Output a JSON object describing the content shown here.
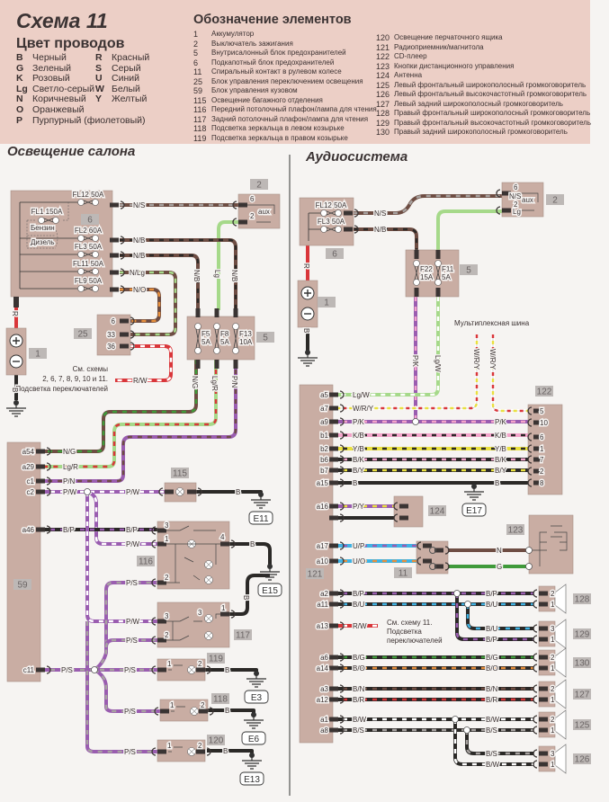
{
  "header": {
    "title": "Схема 11",
    "wire_colors_title": "Цвет проводов",
    "wire_colors_col1": [
      {
        "code": "B",
        "name": "Черный"
      },
      {
        "code": "G",
        "name": "Зеленый"
      },
      {
        "code": "K",
        "name": "Розовый"
      },
      {
        "code": "Lg",
        "name": "Светло-серый"
      },
      {
        "code": "N",
        "name": "Коричневый"
      },
      {
        "code": "O",
        "name": "Оранжевый"
      },
      {
        "code": "P",
        "name": "Пурпурный (фиолетовый)"
      }
    ],
    "wire_colors_col2": [
      {
        "code": "R",
        "name": "Красный"
      },
      {
        "code": "S",
        "name": "Серый"
      },
      {
        "code": "U",
        "name": "Синий"
      },
      {
        "code": "W",
        "name": "Белый"
      },
      {
        "code": "Y",
        "name": "Желтый"
      }
    ],
    "elements_title": "Обозначение элементов",
    "elements_col1": [
      {
        "num": "1",
        "name": "Аккумулятор"
      },
      {
        "num": "2",
        "name": "Выключатель зажигания"
      },
      {
        "num": "5",
        "name": "Внутрисалонный блок предохранителей"
      },
      {
        "num": "6",
        "name": "Подкапотный блок предохранителей"
      },
      {
        "num": "11",
        "name": "Спиральный контакт в рулевом колесе"
      },
      {
        "num": "25",
        "name": "Блок управления переключением освещения"
      },
      {
        "num": "59",
        "name": "Блок управления кузовом"
      },
      {
        "num": "115",
        "name": "Освещение багажного отделения"
      },
      {
        "num": "116",
        "name": "Передний потолочный плафон/лампа для чтения"
      },
      {
        "num": "117",
        "name": "Задний потолочный плафон/лампа для чтения"
      },
      {
        "num": "118",
        "name": "Подсветка зеркальца в левом козырьке"
      },
      {
        "num": "119",
        "name": "Подсветка зеркальца в правом козырьке"
      }
    ],
    "elements_col2": [
      {
        "num": "120",
        "name": "Освещение перчаточного ящика"
      },
      {
        "num": "121",
        "name": "Радиоприемник/магнитола"
      },
      {
        "num": "122",
        "name": "CD-плеер"
      },
      {
        "num": "123",
        "name": "Кнопки дистанционного управления"
      },
      {
        "num": "124",
        "name": "Антенна"
      },
      {
        "num": "125",
        "name": "Левый фронтальный широкополосный громкоговоритель"
      },
      {
        "num": "126",
        "name": "Левый фронтальный высокочастотный громкоговоритель"
      },
      {
        "num": "127",
        "name": "Левый задний широкополосный громкоговоритель"
      },
      {
        "num": "128",
        "name": "Правый фронтальный широкополосный громкоговоритель"
      },
      {
        "num": "129",
        "name": "Правый фронтальный высокочастотный громкоговоритель"
      },
      {
        "num": "130",
        "name": "Правый задний широкополосный громкоговоритель"
      }
    ]
  },
  "sections": {
    "left_title": "Освещение салона",
    "right_title": "Аудиосистема"
  },
  "wire_color_hex": {
    "B": "#2b2927",
    "G": "#3f9a3a",
    "K": "#f2a3c9",
    "Lg": "#a6d98a",
    "N": "#6e4d43",
    "O": "#e8903c",
    "P": "#9a5db0",
    "R": "#d9363a",
    "S": "#a7a2a0",
    "U": "#3fb2e3",
    "W": "#ffffff",
    "Y": "#e9e03f"
  },
  "component_fill": "#c9ada3",
  "left": {
    "ids": [
      "2",
      "6",
      "25",
      "5",
      "1",
      "59",
      "115",
      "116",
      "117",
      "119",
      "118",
      "120"
    ],
    "fuses6": [
      "FL12 50A",
      "FL1 150A",
      "FL2 60A",
      "FL3 50A",
      "FL11 50A",
      "FL9 50A"
    ],
    "fuel": [
      "Бензин",
      "Дизель"
    ],
    "ign_pins": [
      "6",
      "2",
      "aux"
    ],
    "pins25": [
      "6",
      "33",
      "36"
    ],
    "fuses5": [
      [
        "F5",
        "5A"
      ],
      [
        "F8",
        "5A"
      ],
      [
        "F13",
        "10A"
      ]
    ],
    "pins59": [
      "a54",
      "a29",
      "c1",
      "c2",
      "a46",
      "c11"
    ],
    "pins116": [
      "3",
      "1",
      "4",
      "2"
    ],
    "pins117": [
      "3",
      "3",
      "1",
      "2"
    ],
    "pins_mirror": [
      "1",
      "2"
    ],
    "grounds": [
      "E11",
      "E15",
      "E3",
      "E6",
      "E13"
    ],
    "note": [
      "См. схемы",
      "2, 6, 7, 8, 9, 10 и 11.",
      "Подсветка переключателей"
    ],
    "wires": [
      "N/S",
      "N/B",
      "N/B",
      "N/Lg",
      "N/O",
      "Lg",
      "N/B",
      "N/B",
      "R",
      "B",
      "R/W",
      "N/G",
      "Lg/R",
      "P/N",
      "N/G",
      "Lg/R",
      "P/N",
      "P/W",
      "P/W",
      "B",
      "B/P",
      "B/P",
      "P/W",
      "B",
      "P/S",
      "B",
      "P/W",
      "P/S",
      "P/S",
      "P/S",
      "B",
      "P/S",
      "B",
      "P/S",
      "B"
    ]
  },
  "right": {
    "ids": [
      "6",
      "2",
      "5",
      "1",
      "121",
      "122",
      "124",
      "11",
      "123",
      "128",
      "129",
      "130",
      "127",
      "125",
      "126"
    ],
    "fuses6": [
      "FL12 50A",
      "FL3 50A"
    ],
    "ign_pins": [
      "6",
      "2",
      "aux"
    ],
    "fuses5": [
      [
        "F22",
        "15A"
      ],
      [
        "F11",
        "5A"
      ]
    ],
    "bus_title": "Мультиплексная шина",
    "pins121": [
      "a5",
      "a7",
      "a9",
      "b1",
      "b2",
      "b6",
      "b7",
      "a15",
      "a16",
      "a17",
      "a10",
      "a2",
      "a11",
      "a13",
      "a6",
      "a14",
      "a3",
      "a12",
      "a1",
      "a8"
    ],
    "pins122": [
      "5",
      "10",
      "6",
      "1",
      "7",
      "2",
      "8"
    ],
    "ground": "E17",
    "note": [
      "См. схему 11.",
      "Подсветка",
      "переключателей"
    ],
    "speaker_pins": [
      [
        "2",
        "1"
      ],
      [
        "3",
        "1"
      ],
      [
        "2",
        "1"
      ],
      [
        "2",
        "1"
      ],
      [
        "2",
        "1"
      ],
      [
        "3",
        "1"
      ]
    ],
    "wires_top": [
      "N/S",
      "N/B",
      "N/S",
      "Lg",
      "R",
      "B",
      "P/K",
      "Lg/W",
      "W/R/Y",
      "W/R/Y"
    ],
    "wires_121": [
      "Lg/W",
      "W/R/Y",
      "P/K",
      "K/B",
      "Y/B",
      "B/K",
      "B/Y",
      "B",
      "P/Y",
      "U/P",
      "U/O",
      "B/P",
      "B/U",
      "R/W",
      "B/G",
      "B/O",
      "B/N",
      "B/R",
      "B/W",
      "B/S"
    ],
    "wires_122": [
      "P/K",
      "K/B",
      "Y/B",
      "B/K",
      "B/Y",
      "B"
    ],
    "wires_123": [
      "N",
      "G"
    ],
    "wires_spk": [
      "B/P",
      "B/U",
      "B/U",
      "B/P",
      "B/G",
      "B/O",
      "B/N",
      "B/R",
      "B/W",
      "B/S",
      "B/S",
      "B/W"
    ]
  }
}
